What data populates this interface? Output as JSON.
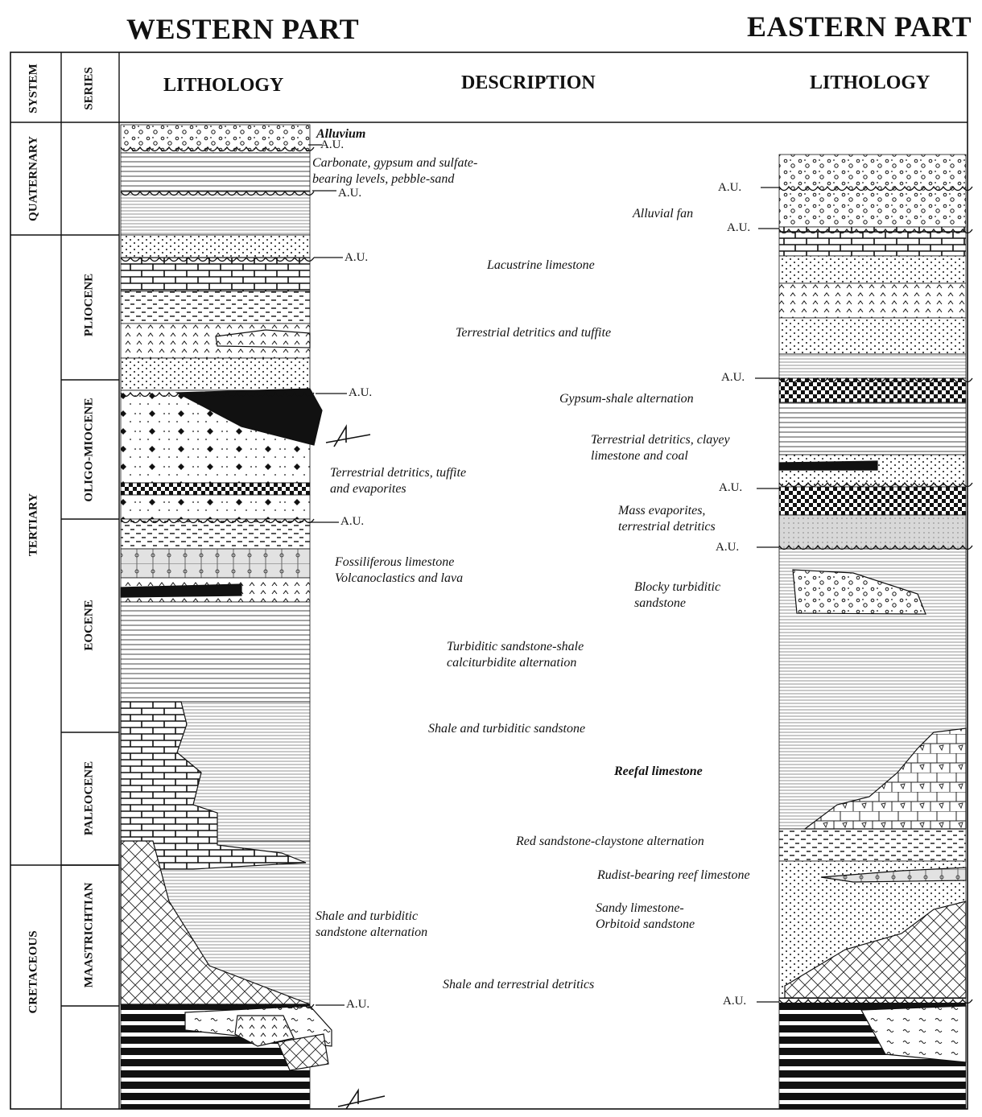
{
  "headings": {
    "western": "WESTERN PART",
    "eastern": "EASTERN PART",
    "system": "SYSTEM",
    "series": "SERIES",
    "lithology_west": "LITHOLOGY",
    "description": "DESCRIPTION",
    "lithology_east": "LITHOLOGY"
  },
  "systems": [
    {
      "label": "QUATERNARY"
    },
    {
      "label": "TERTIARY"
    },
    {
      "label": "CRETACEOUS"
    }
  ],
  "series": [
    {
      "label": "PLIOCENE"
    },
    {
      "label": "OLIGO-MIOCENE"
    },
    {
      "label": "EOCENE"
    },
    {
      "label": "PALEOCENE"
    },
    {
      "label": "MAASTRICHTIAN"
    }
  ],
  "descriptions": [
    {
      "lines": [
        "Alluvium"
      ]
    },
    {
      "lines": [
        "Carbonate, gypsum and sulfate-",
        "bearing levels, pebble-sand"
      ]
    },
    {
      "lines": [
        "Alluvial fan"
      ]
    },
    {
      "lines": [
        "Lacustrine limestone"
      ]
    },
    {
      "lines": [
        "Terrestrial detritics and tuffite"
      ]
    },
    {
      "lines": [
        "Gypsum-shale alternation"
      ]
    },
    {
      "lines": [
        "Terrestrial detritics, clayey",
        "limestone and coal"
      ]
    },
    {
      "lines": [
        "Terrestrial detritics, tuffite",
        "and evaporites"
      ]
    },
    {
      "lines": [
        "Mass evaporites,",
        "terrestrial detritics"
      ]
    },
    {
      "lines": [
        "Fossiliferous limestone",
        "Volcanoclastics and lava"
      ]
    },
    {
      "lines": [
        "Blocky turbiditic",
        "sandstone"
      ]
    },
    {
      "lines": [
        "Turbiditic sandstone-shale",
        "calciturbidite alternation"
      ]
    },
    {
      "lines": [
        "Shale and turbiditic sandstone"
      ]
    },
    {
      "lines": [
        "Reefal limestone"
      ]
    },
    {
      "lines": [
        "Red sandstone-claystone alternation"
      ]
    },
    {
      "lines": [
        "Rudist-bearing reef limestone"
      ]
    },
    {
      "lines": [
        "Shale and turbiditic",
        "sandstone alternation"
      ]
    },
    {
      "lines": [
        "Sandy limestone-",
        "Orbitoid sandstone"
      ]
    },
    {
      "lines": [
        "Shale and terrestrial detritics"
      ]
    }
  ],
  "au_label": "A.U."
}
